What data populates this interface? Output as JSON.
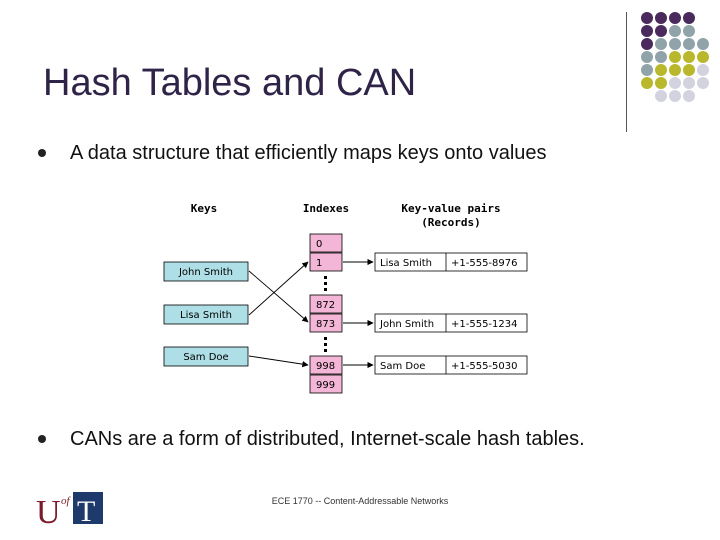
{
  "slide": {
    "title": "Hash Tables and CAN",
    "bullets": [
      "A data structure that efficiently maps keys onto values",
      "CANs are a form of distributed, Internet-scale hash tables."
    ],
    "footer": "ECE 1770 -- Content-Addressable Networks",
    "logo": {
      "letters": "UofT"
    }
  },
  "diagram": {
    "headers": {
      "keys": "Keys",
      "indexes": "Indexes",
      "pairs_line1": "Key-value pairs",
      "pairs_line2": "(Records)"
    },
    "keys": [
      "John Smith",
      "Lisa Smith",
      "Sam Doe"
    ],
    "indexes": [
      "0",
      "1",
      "872",
      "873",
      "998",
      "999"
    ],
    "records": [
      {
        "name": "Lisa Smith",
        "phone": "+1-555-8976"
      },
      {
        "name": "John Smith",
        "phone": "+1-555-1234"
      },
      {
        "name": "Sam Doe",
        "phone": "+1-555-5030"
      }
    ],
    "colors": {
      "key_box": "#aedfe6",
      "index_box": "#f4b6d6",
      "record_box": "#ffffff"
    }
  },
  "decor_dot_colors": [
    "#4a2a5c",
    "#8fa3a8",
    "#b9b82c",
    "#d3d3e0"
  ]
}
